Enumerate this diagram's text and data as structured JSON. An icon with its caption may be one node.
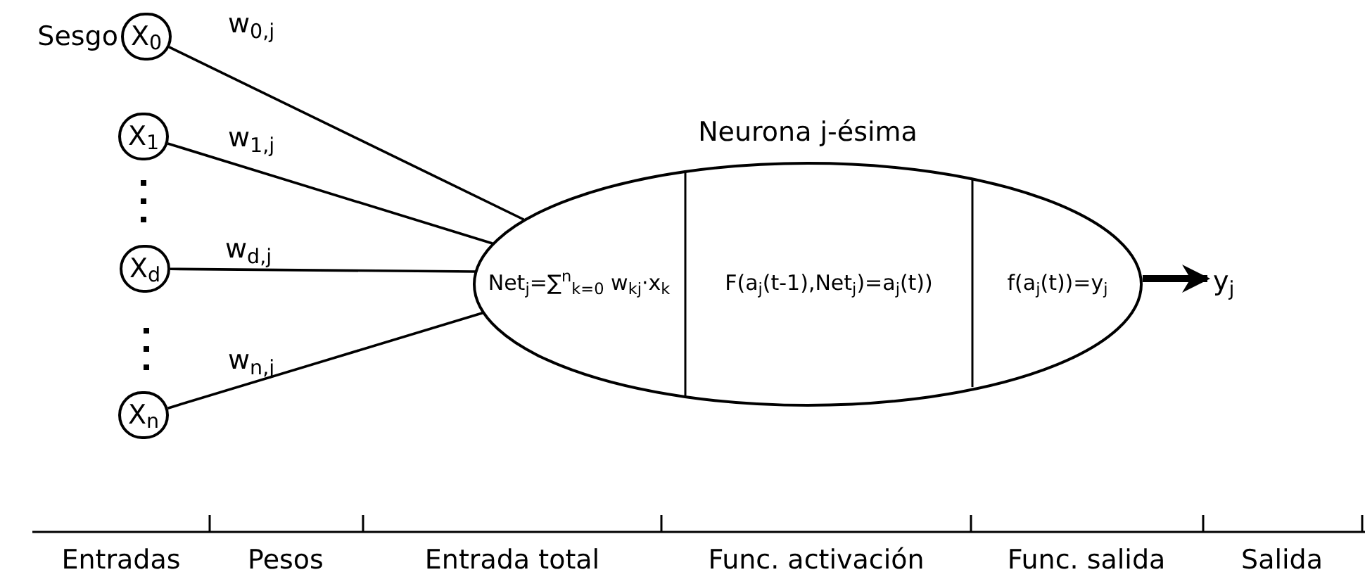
{
  "diagram": {
    "nodes": [
      {
        "text": [
          "X$_{0}$"
        ],
        "beside": [
          "Sesgo"
        ]
      },
      {
        "text": [
          "X$_{1}$"
        ]
      },
      {
        "text": [
          "X$_{d}$"
        ]
      },
      {
        "text": [
          "X$_{n}$"
        ]
      },
      {
        "text": [
          "Neurona j-ésima"
        ]
      },
      {
        "text": [
          "Net$_{j}$=∑$^{n}$$_{k=0}$ w$_{kj}$·x$_{k}$"
        ],
        "in": 4
      },
      {
        "text": [
          "F(a$_{j}$(t-1),Net$_{j}$)=a$_{j}$(t))"
        ],
        "in": 4
      },
      {
        "text": [
          "f(a$_{j}$(t))=y$_{j}$"
        ],
        "in": 4
      },
      {
        "text": [
          "y$_{j}$"
        ]
      }
    ],
    "edges": [
      {
        "from": 0,
        "to": 4,
        "arrow": "none",
        "label": "w$_{0,j}$"
      },
      {
        "from": 1,
        "to": 4,
        "arrow": "none",
        "label": "w$_{1,j}$"
      },
      {
        "from": 2,
        "to": 4,
        "arrow": "none",
        "label": "w$_{d,j}$"
      },
      {
        "from": 3,
        "to": 4,
        "arrow": "none",
        "label": "w$_{n,j}$"
      },
      {
        "from": 4,
        "to": 8,
        "arrow": "to",
        "style": "thick"
      }
    ],
    "labels": [
      "Entradas",
      "Pesos",
      "Entrada total",
      "Func. activación",
      "Func. salida",
      "Salida"
    ]
  }
}
